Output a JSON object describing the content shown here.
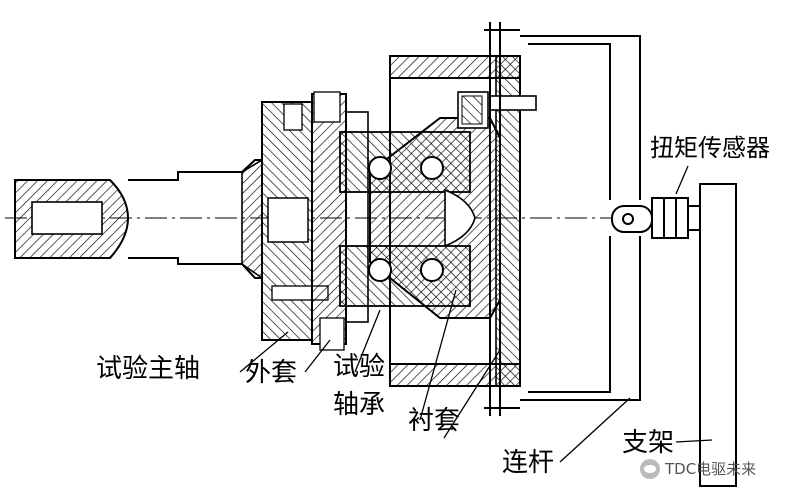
{
  "labels": {
    "torque_sensor": "扭矩传感器",
    "test_spindle": "试验主轴",
    "outer_sleeve": "外套",
    "test_bearing_line1": "试验",
    "test_bearing_line2": "轴承",
    "bushing": "衬套",
    "connecting_rod": "连杆",
    "bracket": "支架"
  },
  "watermark": {
    "text": "TDC电驱未来",
    "icon": "wechat-icon"
  },
  "colors": {
    "line": "#000000",
    "hatch": "#000000",
    "background": "#ffffff"
  }
}
